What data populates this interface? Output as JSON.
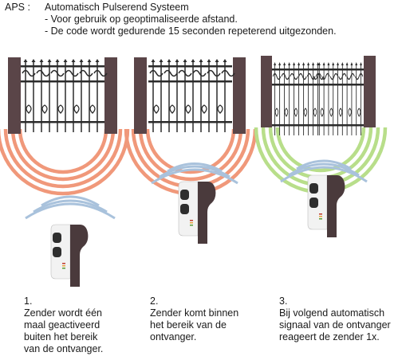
{
  "header": {
    "abbr": "APS :",
    "title": "Automatisch Pulserend Systeem",
    "bullets": [
      "- Voor gebruik op geoptimaliseerde afstand.",
      "- De code wordt gedurende 15 seconden repeterend uitgezonden."
    ]
  },
  "colors": {
    "pillar": "#5a4548",
    "gate_iron": "#2b2b2b",
    "signal_inactive": "#f0987a",
    "signal_active": "#b8de8a",
    "remote_wave": "#a9c2dc",
    "remote_body": "#4a3a3c",
    "remote_face": "#f2f2f2"
  },
  "icons": [
    "gate-icon",
    "remote-control-icon",
    "signal-wave-icon"
  ],
  "steps": [
    {
      "number": "1.",
      "text": "Zender wordt één\nmaal geactiveerd\nbuiten het bereik\nvan de ontvanger."
    },
    {
      "number": "2.",
      "text": "Zender komt binnen\nhet bereik van de\nontvanger."
    },
    {
      "number": "3.",
      "text": "Bij volgend automatisch\nsignaal van de ontvanger\nreageert de zender 1x."
    }
  ]
}
